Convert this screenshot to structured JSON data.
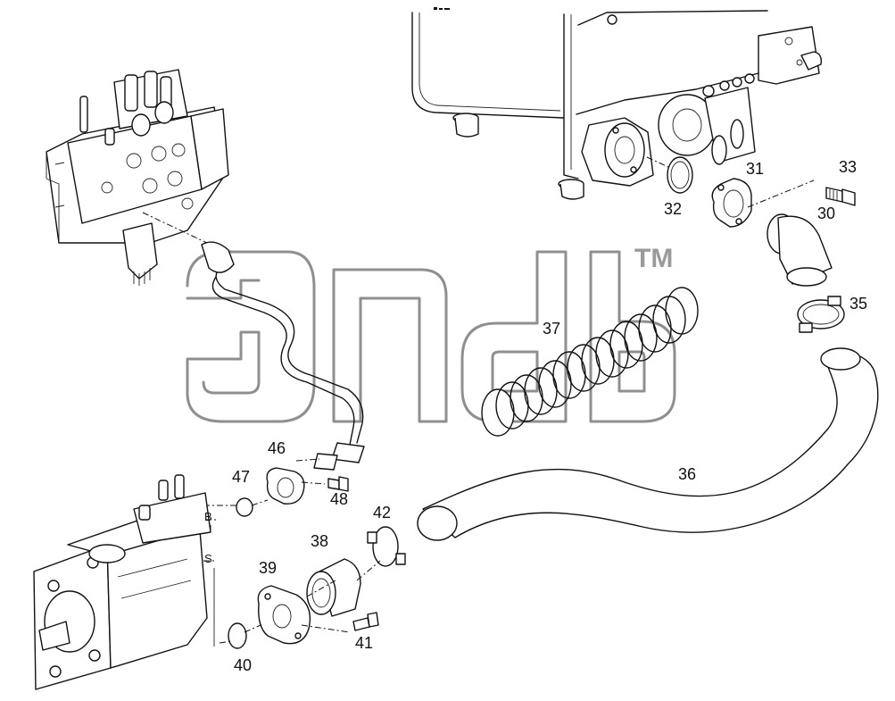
{
  "diagram": {
    "callouts": {
      "p30": "30",
      "p31": "31",
      "p32": "32",
      "p33": "33",
      "p35": "35",
      "p36": "36",
      "p37": "37",
      "p38": "38",
      "p39": "39",
      "p40": "40",
      "p41": "41",
      "p42": "42",
      "p46": "46",
      "p47": "47",
      "p48": "48"
    },
    "port_labels": {
      "b": "B",
      "s": "S"
    },
    "watermark": {
      "trademark": "TM"
    }
  }
}
